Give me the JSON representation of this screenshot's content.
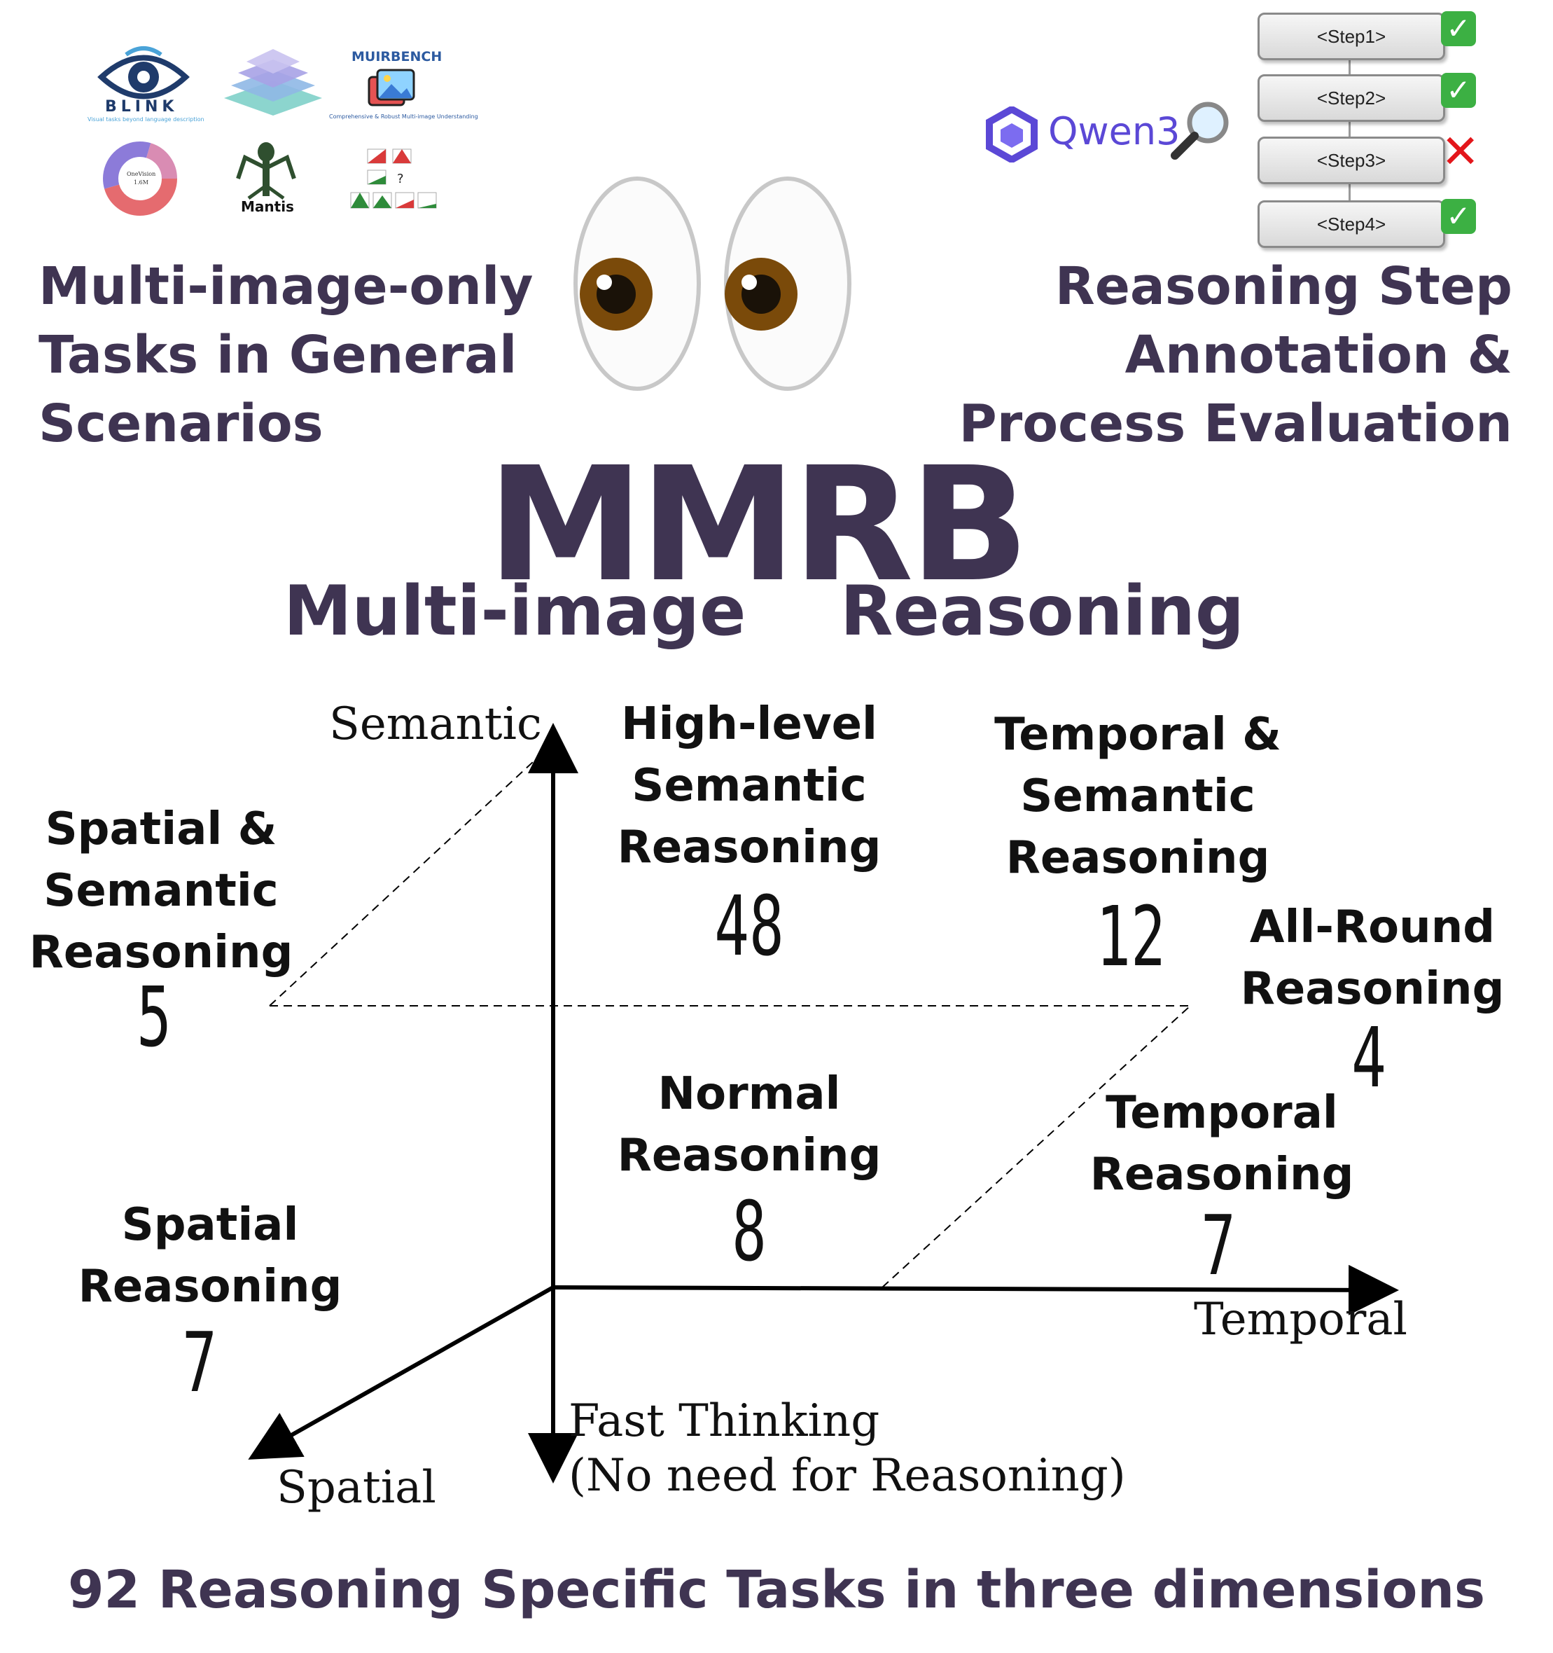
{
  "top_left": {
    "logos": {
      "blink": "BLINK",
      "blink_tagline": "Visual tasks beyond language description",
      "muirbench": "MUIRBENCH",
      "muirbench_tagline": "Comprehensive & Robust Multi-image Understanding",
      "onevision": "OneVision",
      "onevision_size": "1.6M",
      "mantis": "Mantis"
    },
    "headline": [
      "Multi-image-only",
      "Tasks in General",
      "Scenarios"
    ]
  },
  "top_right": {
    "model_name": "Qwen3",
    "steps": [
      {
        "label": "<Step1>",
        "status": "correct"
      },
      {
        "label": "<Step2>",
        "status": "correct"
      },
      {
        "label": "<Step3>",
        "status": "wrong"
      },
      {
        "label": "<Step4>",
        "status": "correct"
      }
    ],
    "headline": [
      "Reasoning Step",
      "Annotation &",
      "Process Evaluation"
    ]
  },
  "title": {
    "main": "MMRB",
    "left_word": "Multi-image",
    "right_word": "Reasoning"
  },
  "axes": {
    "semantic": "Semantic",
    "temporal": "Temporal",
    "spatial": "Spatial",
    "fast_thinking": [
      "Fast Thinking",
      "(No need for Reasoning)"
    ]
  },
  "categories": {
    "spatial_semantic": {
      "label": [
        "Spatial &",
        "Semantic",
        "Reasoning"
      ],
      "count": "5"
    },
    "high_level_semantic": {
      "label": [
        "High-level",
        "Semantic",
        "Reasoning"
      ],
      "count": "48"
    },
    "temporal_semantic": {
      "label": [
        "Temporal &",
        "Semantic",
        "Reasoning"
      ],
      "count": "12"
    },
    "all_round": {
      "label": [
        "All-Round",
        "Reasoning"
      ],
      "count": "4"
    },
    "normal": {
      "label": [
        "Normal",
        "Reasoning"
      ],
      "count": "8"
    },
    "temporal": {
      "label": [
        "Temporal",
        "Reasoning"
      ],
      "count": "7"
    },
    "spatial": {
      "label": [
        "Spatial",
        "Reasoning"
      ],
      "count": "7"
    }
  },
  "footer": "92 Reasoning Specific Tasks in three dimensions",
  "colors": {
    "headline": "#3f3452",
    "qwen": "#5b48d6",
    "check": "#3cb043",
    "cross": "#e3161b"
  }
}
